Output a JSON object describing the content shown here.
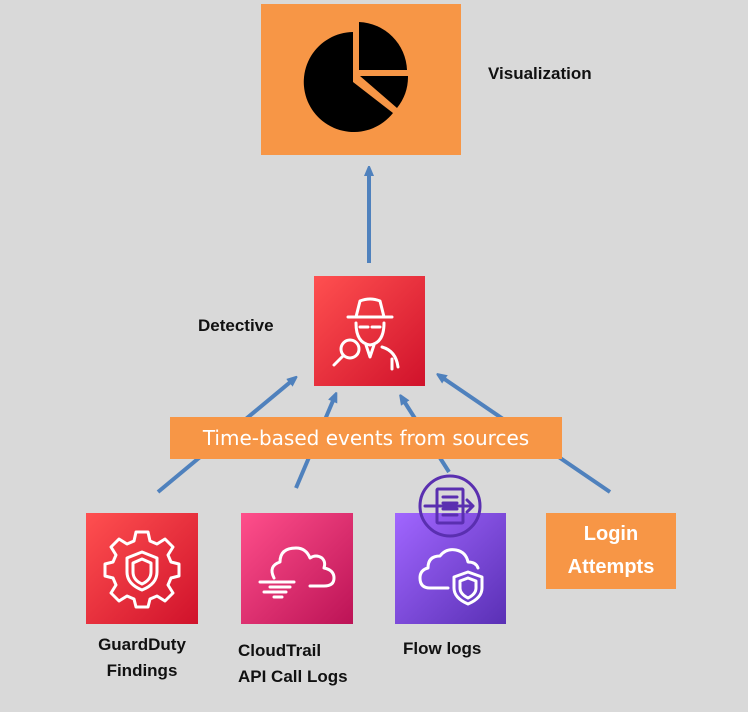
{
  "visualization": {
    "label": "Visualization",
    "icon": "pie-chart-icon"
  },
  "detective": {
    "label": "Detective",
    "icon": "detective-icon",
    "color": "#e7232f"
  },
  "banner": {
    "text": "Time-based events from sources",
    "color": "#f79646"
  },
  "sources": [
    {
      "line1": "GuardDuty",
      "line2": "Findings",
      "icon": "guardduty-icon",
      "color": "#e7232f"
    },
    {
      "line1": "CloudTrail",
      "line2": "API Call Logs",
      "icon": "cloudtrail-icon",
      "color": "#e0336a"
    },
    {
      "line1": "Flow logs",
      "line2": "",
      "icon": "flow-logs-icon",
      "color": "#7b3fe4"
    },
    {
      "line1": "Login",
      "line2": "Attempts",
      "icon": "",
      "color": "#f79646"
    }
  ],
  "colors": {
    "background": "#d9d9d9",
    "arrow": "#4f81bd",
    "orange": "#f79646"
  }
}
